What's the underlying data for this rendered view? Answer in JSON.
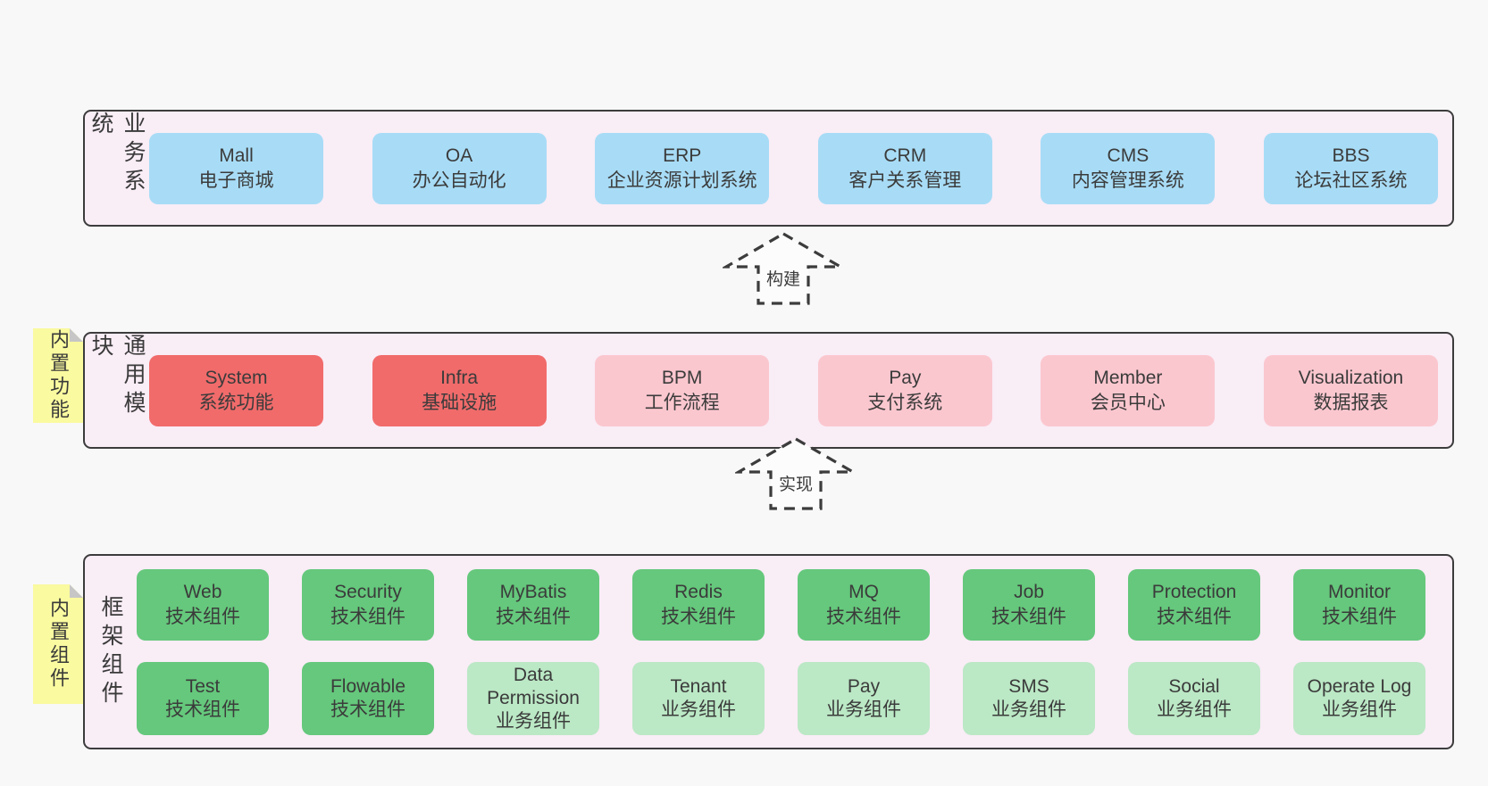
{
  "bands": [
    {
      "label": "业务系统",
      "rows": [
        [
          {
            "name": "Mall",
            "desc": "电子商城"
          },
          {
            "name": "OA",
            "desc": "办公自动化"
          },
          {
            "name": "ERP",
            "desc": "企业资源计划系统"
          },
          {
            "name": "CRM",
            "desc": "客户关系管理"
          },
          {
            "name": "CMS",
            "desc": "内容管理系统"
          },
          {
            "name": "BBS",
            "desc": "论坛社区系统"
          }
        ]
      ]
    },
    {
      "label": "通用模块",
      "note": "内置功能",
      "rows": [
        [
          {
            "name": "System",
            "desc": "系统功能"
          },
          {
            "name": "Infra",
            "desc": "基础设施"
          },
          {
            "name": "BPM",
            "desc": "工作流程"
          },
          {
            "name": "Pay",
            "desc": "支付系统"
          },
          {
            "name": "Member",
            "desc": "会员中心"
          },
          {
            "name": "Visualization",
            "desc": "数据报表"
          }
        ]
      ]
    },
    {
      "label": "框架组件",
      "note": "内置组件",
      "rows": [
        [
          {
            "name": "Web",
            "desc": "技术组件"
          },
          {
            "name": "Security",
            "desc": "技术组件"
          },
          {
            "name": "MyBatis",
            "desc": "技术组件"
          },
          {
            "name": "Redis",
            "desc": "技术组件"
          },
          {
            "name": "MQ",
            "desc": "技术组件"
          },
          {
            "name": "Job",
            "desc": "技术组件"
          },
          {
            "name": "Protection",
            "desc": "技术组件"
          },
          {
            "name": "Monitor",
            "desc": "技术组件"
          }
        ],
        [
          {
            "name": "Test",
            "desc": "技术组件"
          },
          {
            "name": "Flowable",
            "desc": "技术组件"
          },
          {
            "name": "Data Permission",
            "desc": "业务组件"
          },
          {
            "name": "Tenant",
            "desc": "业务组件"
          },
          {
            "name": "Pay",
            "desc": "业务组件"
          },
          {
            "name": "SMS",
            "desc": "业务组件"
          },
          {
            "name": "Social",
            "desc": "业务组件"
          },
          {
            "name": "Operate Log",
            "desc": "业务组件"
          }
        ]
      ]
    }
  ],
  "arrows": [
    {
      "label": "构建"
    },
    {
      "label": "实现"
    }
  ],
  "colors": {
    "page_background": "#f8f8f8",
    "band_background": "#f9edf6",
    "band_border": "#3c3c3c",
    "business_system_box": "#a8dcf6",
    "core_module_box": "#f16b6b",
    "extension_module_box": "#fbc7cf",
    "tech_component_box": "#65c87c",
    "biz_component_box": "#bbe8c5",
    "sticky_note": "#fafaa0",
    "text": "#3b3b3b"
  }
}
